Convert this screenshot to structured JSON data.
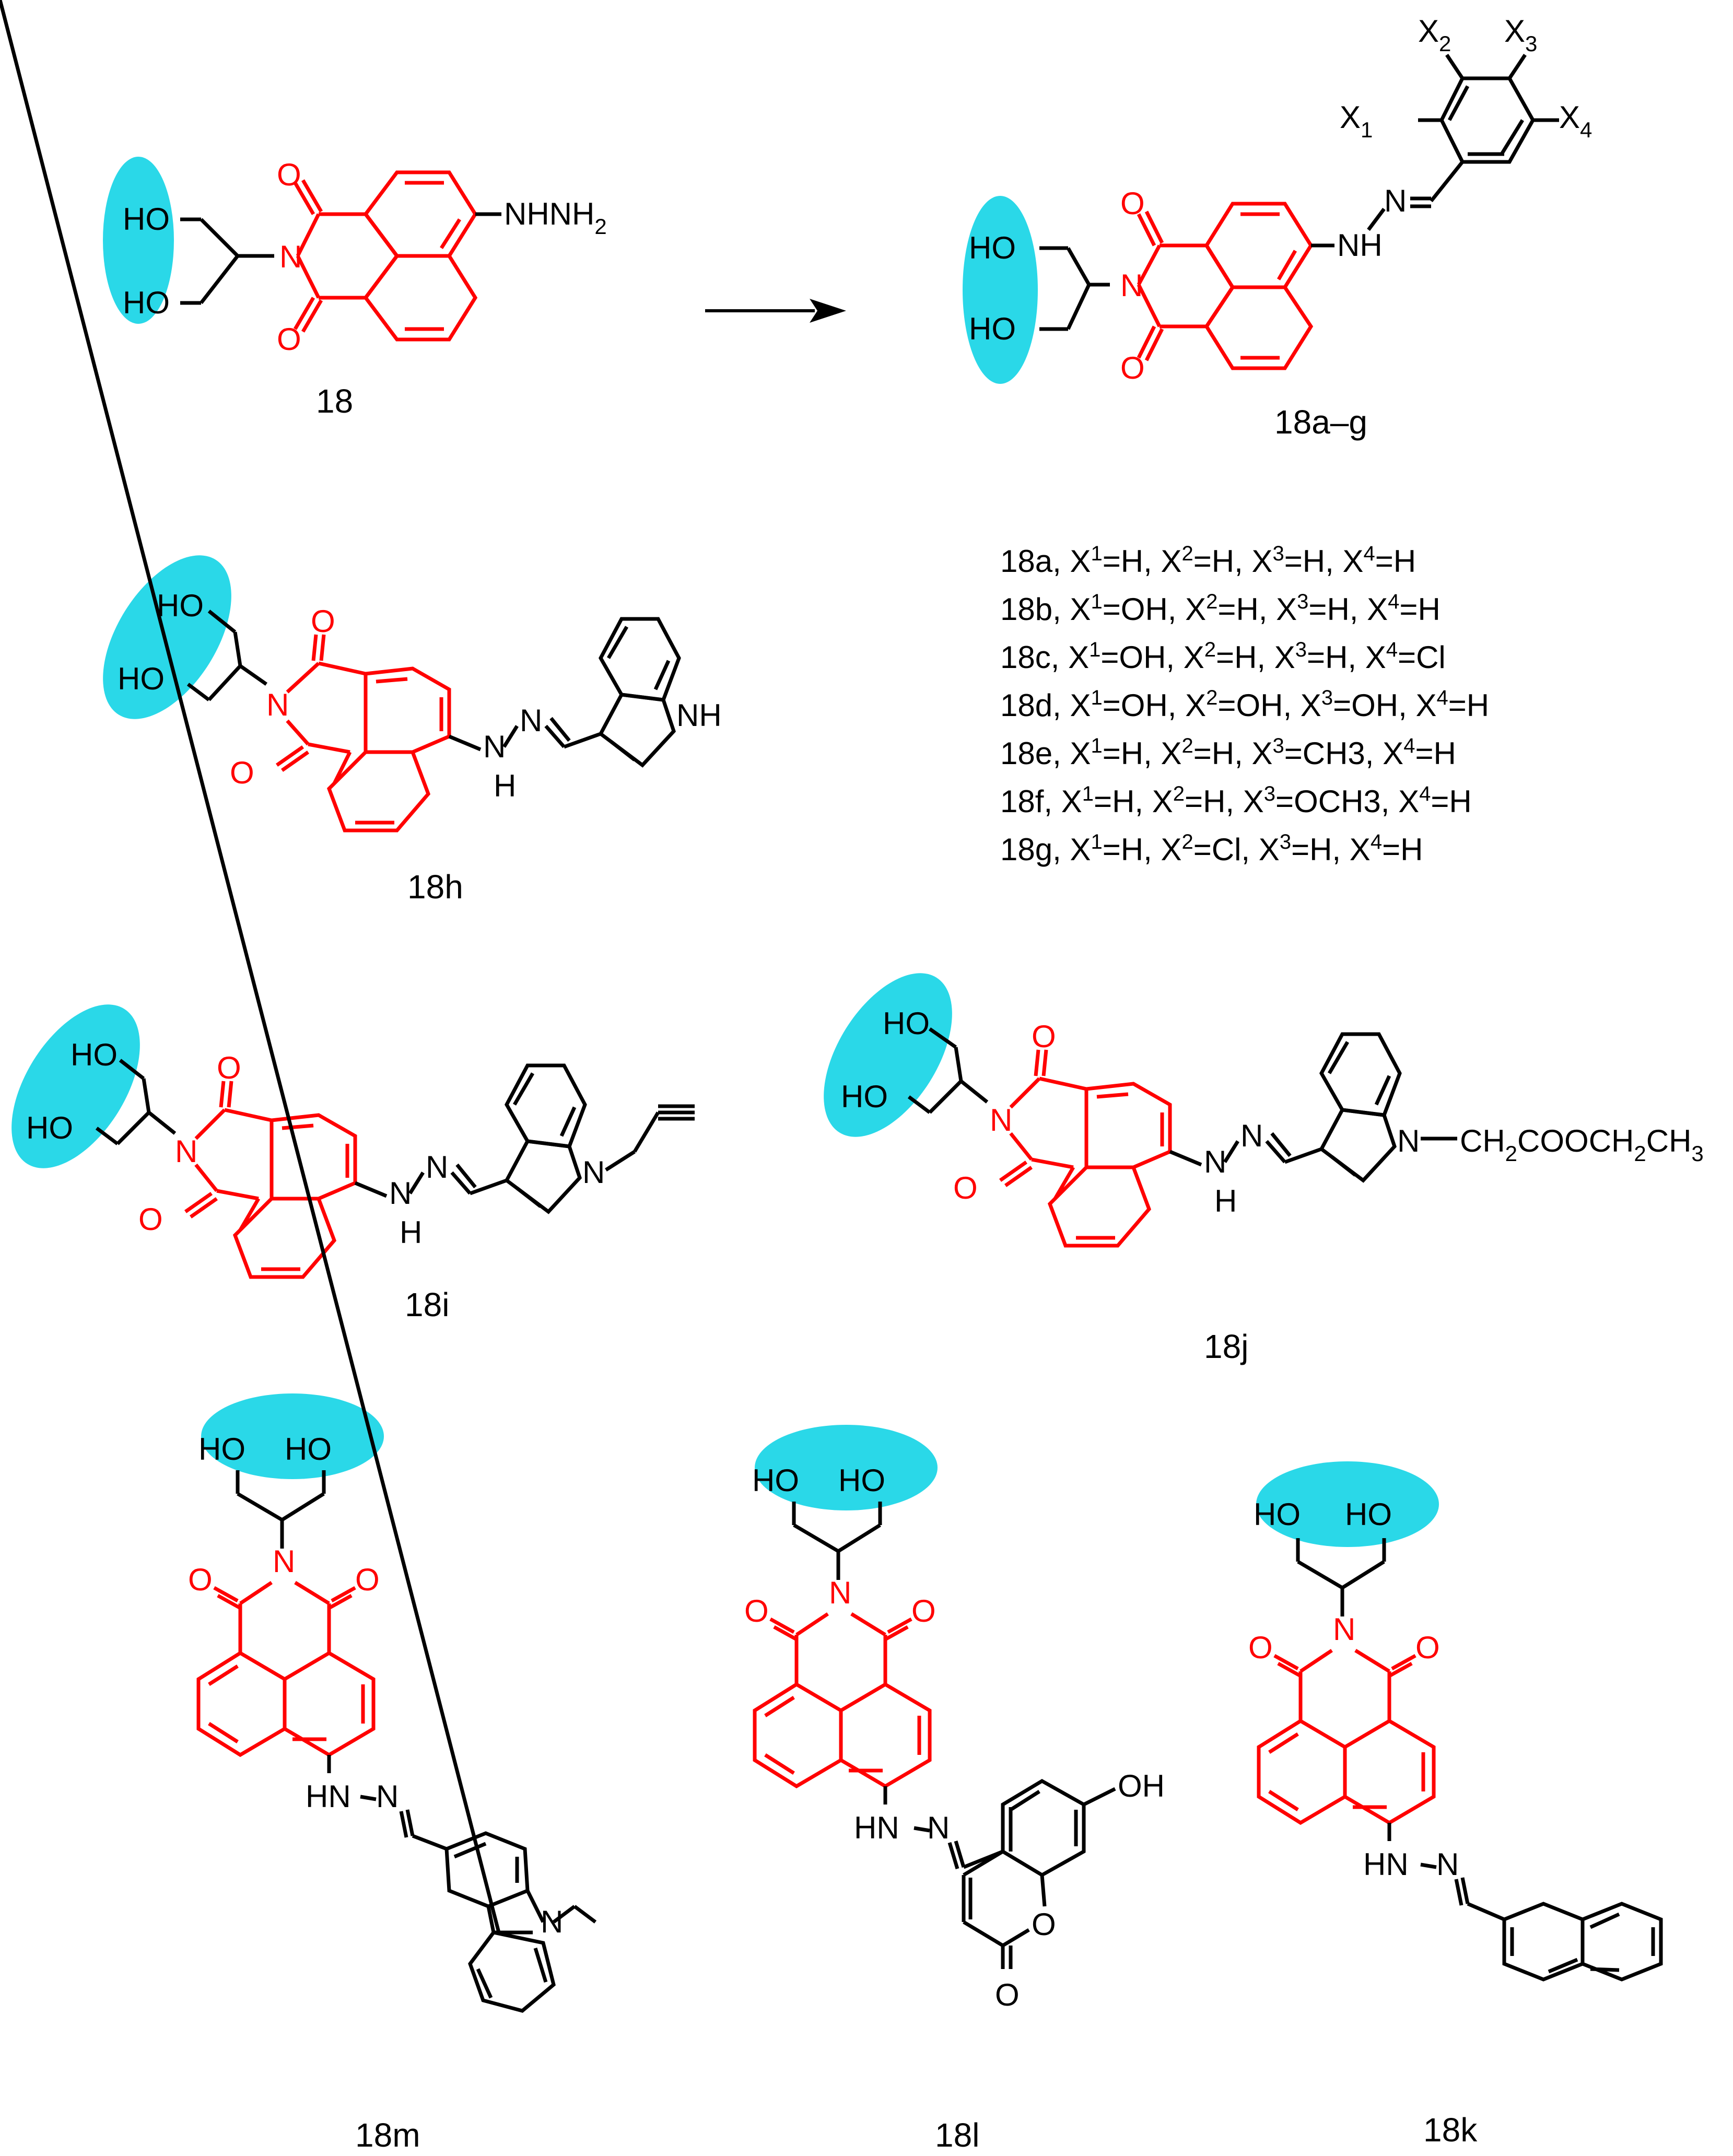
{
  "colors": {
    "bond": "#000000",
    "naphthalimide": "#ff0000",
    "diol_highlight": "#2ad8e8"
  },
  "labels": {
    "ho": "HO",
    "oh": "OH",
    "o": "O",
    "n": "N",
    "nh": "NH",
    "h": "H",
    "hn": "HN",
    "nhnh2_main": "NHNH",
    "nhnh2_sub": "2",
    "x1": "X",
    "x1_sub": "1",
    "x2": "X",
    "x2_sub": "2",
    "x3": "X",
    "x3_sub": "3",
    "x4": "X",
    "x4_sub": "4",
    "ester_a": "CH",
    "ester_a_sub": "2",
    "ester_b": "COOCH",
    "ester_b_sub": "2",
    "ester_c": "CH",
    "ester_c_sub": "3"
  },
  "compounds": {
    "c18": "18",
    "c18ag": "18a–g",
    "c18h": "18h",
    "c18i": "18i",
    "c18j": "18j",
    "c18m": "18m",
    "c18l": "18l",
    "c18k": "18k"
  },
  "substituent_table": [
    {
      "id": "18a",
      "x1": "H",
      "x2": "H",
      "x3": "H",
      "x4": "H"
    },
    {
      "id": "18b",
      "x1": "OH",
      "x2": "H",
      "x3": "H",
      "x4": "H"
    },
    {
      "id": "18c",
      "x1": "OH",
      "x2": "H",
      "x3": "H",
      "x4": "Cl"
    },
    {
      "id": "18d",
      "x1": "OH",
      "x2": "OH",
      "x3": "OH",
      "x4": "H"
    },
    {
      "id": "18e",
      "x1": "H",
      "x2": "H",
      "x3": "CH3",
      "x4": "H"
    },
    {
      "id": "18f",
      "x1": "H",
      "x2": "H",
      "x3": "OCH3",
      "x4": "H"
    },
    {
      "id": "18g",
      "x1": "H",
      "x2": "Cl",
      "x3": "H",
      "x4": "H"
    }
  ],
  "table_tokens": {
    "x": "X",
    "eq": "=",
    "comma": ",",
    "s1": "1",
    "s2": "2",
    "s3": "3",
    "s4": "4"
  }
}
